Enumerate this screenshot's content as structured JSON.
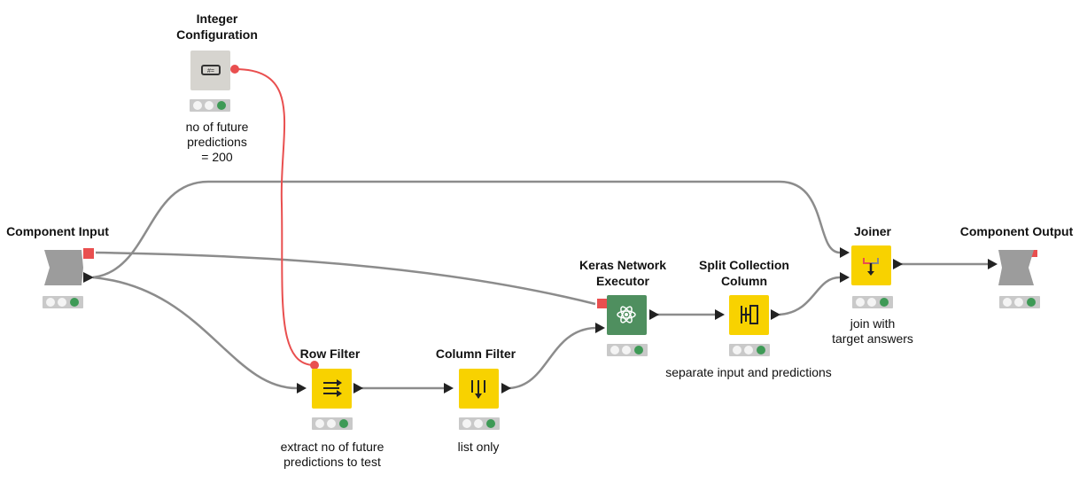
{
  "colors": {
    "connection": "#8c8c8c",
    "flow_variable": "#e94f4f",
    "manipulator_node": "#f8d200",
    "learner_node": "#4f8f5f",
    "config_node": "#d6d4cf",
    "status_ok": "#3e9a56"
  },
  "nodes": {
    "integer_config": {
      "title": "Integer Configuration",
      "desc": [
        "no of future",
        "predictions",
        "= 200"
      ],
      "icon": "config-icon"
    },
    "component_input": {
      "title": "Component Input",
      "icon": "component-input-icon"
    },
    "row_filter": {
      "title": "Row Filter",
      "desc": [
        "extract no of future",
        "predictions to test"
      ],
      "icon": "row-filter-icon"
    },
    "column_filter": {
      "title": "Column Filter",
      "desc": [
        "list only"
      ],
      "icon": "column-filter-icon"
    },
    "keras_executor": {
      "title": "Keras Network Executor",
      "icon": "keras-network-icon"
    },
    "split_collection": {
      "title": "Split Collection Column",
      "desc": [
        "separate input and predictions"
      ],
      "icon": "split-collection-icon"
    },
    "joiner": {
      "title": "Joiner",
      "desc": [
        "join with",
        "target answers"
      ],
      "icon": "joiner-icon"
    },
    "component_output": {
      "title": "Component Output",
      "icon": "component-output-icon"
    }
  }
}
